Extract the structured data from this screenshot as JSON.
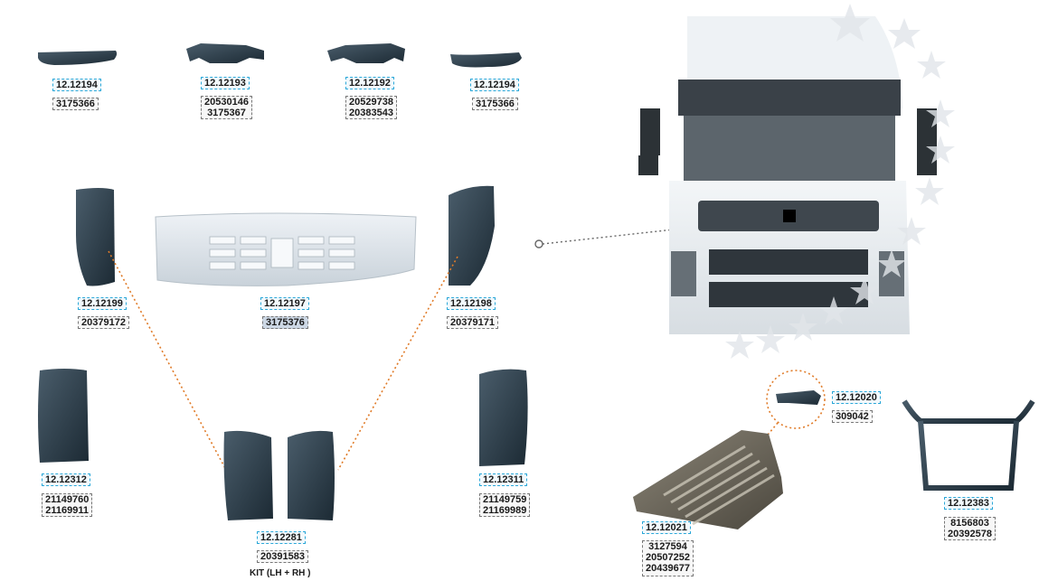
{
  "parts": {
    "p1": {
      "code": "12.12194",
      "oem": "3175366"
    },
    "p2": {
      "code": "12.12193",
      "oem": "20530146\n3175367"
    },
    "p3": {
      "code": "12.12192",
      "oem": "20529738\n20383543"
    },
    "p4": {
      "code": "12.12194",
      "oem": "3175366"
    },
    "p5": {
      "code": "12.12199",
      "oem": "20379172"
    },
    "p6": {
      "code": "12.12197",
      "oem": "3175376"
    },
    "p7": {
      "code": "12.12198",
      "oem": "20379171"
    },
    "p8": {
      "code": "12.12312",
      "oem": "21149760\n21169911"
    },
    "p9": {
      "code": "12.12281",
      "oem": "20391583",
      "note": "KIT (LH + RH )"
    },
    "p10": {
      "code": "12.12311",
      "oem": "21149759\n21169989"
    },
    "p11": {
      "code": "12.12020",
      "oem": "309042"
    },
    "p12": {
      "code": "12.12021",
      "oem": "3127594\n20507252\n20439677"
    },
    "p13": {
      "code": "12.12383",
      "oem": "8156803\n20392578"
    }
  },
  "colors": {
    "code_border": "#2aa7d8",
    "part_dark": "#2b3b48",
    "leader": "#e07b28"
  }
}
